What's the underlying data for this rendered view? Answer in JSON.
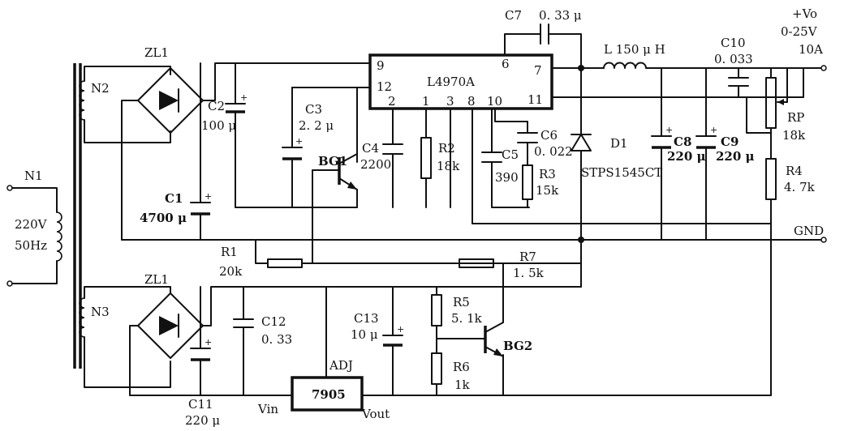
{
  "input": {
    "winding": "N1",
    "voltage": "220V",
    "frequency": "50Hz"
  },
  "windings": {
    "n2": "N2",
    "n3": "N3"
  },
  "bridges": {
    "top": "ZL1",
    "bottom": "ZL1"
  },
  "ic": {
    "name": "L4970A",
    "pins": {
      "p9": "9",
      "p12": "12",
      "p6": "6",
      "p7": "7",
      "p2": "2",
      "p1": "1",
      "p3": "3",
      "p8": "8",
      "p10": "10",
      "p11": "11"
    }
  },
  "components": {
    "c1": {
      "ref": "C1",
      "value": "4700 μ"
    },
    "c2": {
      "ref": "C2",
      "value": "100 μ"
    },
    "c3": {
      "ref": "C3",
      "value": "2. 2 μ"
    },
    "c4": {
      "ref": "C4",
      "value": "2200"
    },
    "c5": {
      "ref": "C5",
      "value": "390"
    },
    "c6": {
      "ref": "C6",
      "value": "0. 022"
    },
    "c7": {
      "ref": "C7",
      "value": "0. 33 μ"
    },
    "c8": {
      "ref": "C8",
      "value": "220 μ"
    },
    "c9": {
      "ref": "C9",
      "value": "220 μ"
    },
    "c10": {
      "ref": "C10",
      "value": "0. 033"
    },
    "c11": {
      "ref": "C11",
      "value": "220 μ"
    },
    "c12": {
      "ref": "C12",
      "value": "0. 33"
    },
    "c13": {
      "ref": "C13",
      "value": "10 μ"
    },
    "r1": {
      "ref": "R1",
      "value": "20k"
    },
    "r2": {
      "ref": "R2",
      "value": "18k"
    },
    "r3": {
      "ref": "R3",
      "value": "15k"
    },
    "r4": {
      "ref": "R4",
      "value": "4. 7k"
    },
    "r5": {
      "ref": "R5",
      "value": "5. 1k"
    },
    "r6": {
      "ref": "R6",
      "value": "1k"
    },
    "r7": {
      "ref": "R7",
      "value": "1. 5k"
    },
    "rp": {
      "ref": "RP",
      "value": "18k"
    },
    "l": {
      "text": "L  150 μ H"
    },
    "d1": {
      "ref": "D1",
      "part": "STPS1545CT"
    },
    "bg1": {
      "ref": "BG1"
    },
    "bg2": {
      "ref": "BG2"
    }
  },
  "regulator": {
    "name": "7905",
    "vin": "Vin",
    "vout": "Vout",
    "adj": "ADJ"
  },
  "output": {
    "vo": "+Vo",
    "range": "0-25V",
    "current": "10A",
    "gnd": "GND"
  }
}
